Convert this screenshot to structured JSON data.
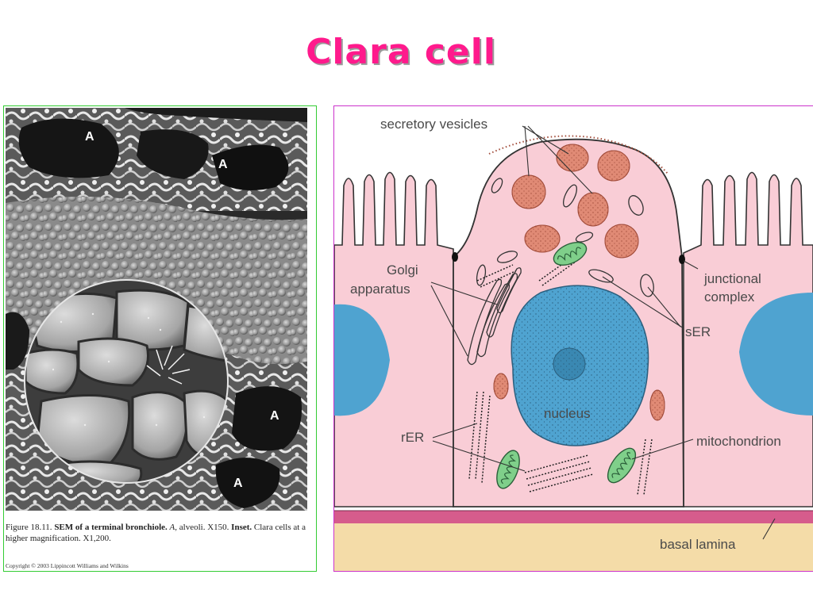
{
  "slide": {
    "title": "Clara cell"
  },
  "figure": {
    "caption_number": "Figure 18.11.",
    "caption_bold": "SEM of a terminal bronchiole.",
    "caption_italic": "A,",
    "caption_text": " alveoli. X150. ",
    "caption_inset": "Inset.",
    "caption_inset_text": " Clara cells at a higher magnification. X1,200.",
    "copyright": "Copyright © 2003 Lippincott Williams and Wilkins",
    "alveolus_label": "A"
  },
  "diagram": {
    "labels": {
      "secretory_vesicles": "secretory vesicles",
      "golgi_line1": "Golgi",
      "golgi_line2": "apparatus",
      "junctional_line1": "junctional",
      "junctional_line2": "complex",
      "ser": "sER",
      "nucleus": "nucleus",
      "rer": "rER",
      "mitochondrion": "mitochondrion",
      "basal_lamina": "basal lamina"
    },
    "colors": {
      "cytoplasm": "#f9cdd6",
      "nucleus": "#4fa3d0",
      "granule": "#e08a75",
      "mitochondrion": "#7fcf8a",
      "basal_lamina": "#d65c8c",
      "connective": "#f4dca8",
      "title": "#ff1a8c"
    }
  }
}
